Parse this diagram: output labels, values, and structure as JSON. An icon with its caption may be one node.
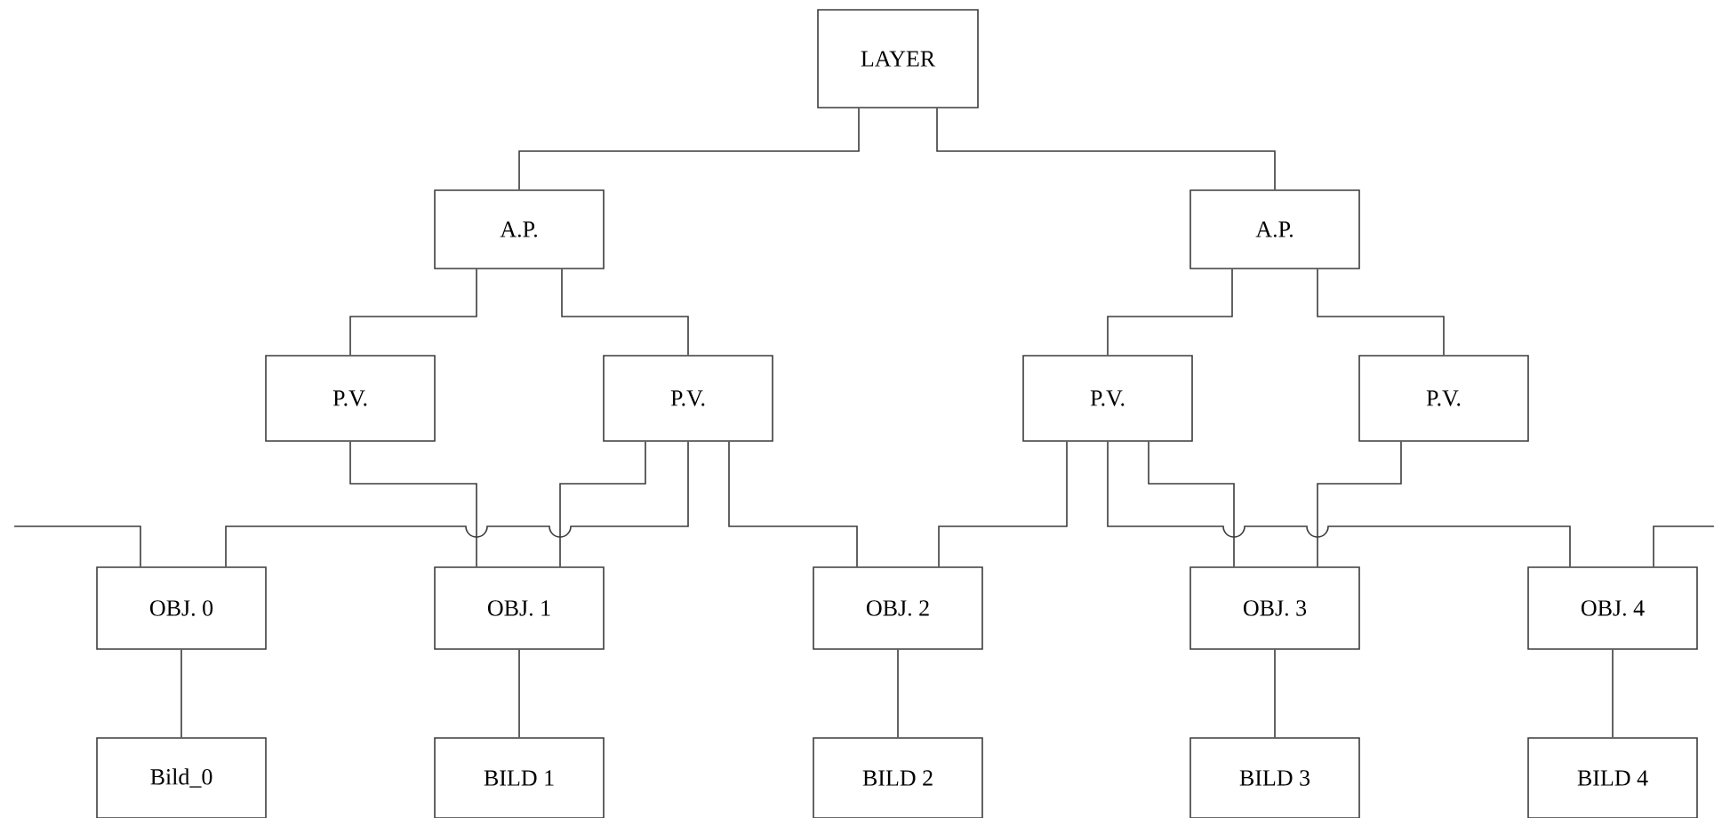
{
  "diagram": {
    "nodes": [
      {
        "text": [
          "LAYER"
        ]
      },
      {
        "text": [
          "A.P."
        ]
      },
      {
        "text": [
          "A.P."
        ]
      },
      {
        "text": [
          "P.V."
        ]
      },
      {
        "text": [
          "P.V."
        ]
      },
      {
        "text": [
          "P.V."
        ]
      },
      {
        "text": [
          "P.V."
        ]
      },
      {
        "text": [
          "OBJ. 0"
        ]
      },
      {
        "text": [
          "OBJ. 1"
        ]
      },
      {
        "text": [
          "OBJ. 2"
        ]
      },
      {
        "text": [
          "OBJ. 3"
        ]
      },
      {
        "text": [
          "OBJ. 4"
        ]
      },
      {
        "text": [
          "Bild_0"
        ]
      },
      {
        "text": [
          "BILD 1"
        ]
      },
      {
        "text": [
          "BILD 2"
        ]
      },
      {
        "text": [
          "BILD 3"
        ]
      },
      {
        "text": [
          "BILD 4"
        ]
      }
    ],
    "edges": [
      {
        "from": 0,
        "to": 1,
        "arrow": "none"
      },
      {
        "from": 0,
        "to": 2,
        "arrow": "none"
      },
      {
        "from": 1,
        "to": 3,
        "arrow": "none"
      },
      {
        "from": 1,
        "to": 4,
        "arrow": "none"
      },
      {
        "from": 2,
        "to": 5,
        "arrow": "none"
      },
      {
        "from": 2,
        "to": 6,
        "arrow": "none"
      },
      {
        "from": 3,
        "to": 8,
        "arrow": "none"
      },
      {
        "from": 4,
        "to": 7,
        "arrow": "none"
      },
      {
        "from": 4,
        "to": 8,
        "arrow": "none"
      },
      {
        "from": 4,
        "to": 9,
        "arrow": "none"
      },
      {
        "from": 5,
        "to": 9,
        "arrow": "none"
      },
      {
        "from": 5,
        "to": 10,
        "arrow": "none"
      },
      {
        "from": 5,
        "to": 11,
        "arrow": "none"
      },
      {
        "from": 6,
        "to": 10,
        "arrow": "none"
      },
      {
        "from": null,
        "to": 7,
        "arrow": "none"
      },
      {
        "from": 11,
        "to": null,
        "arrow": "none"
      },
      {
        "from": 7,
        "to": 12,
        "arrow": "none"
      },
      {
        "from": 8,
        "to": 13,
        "arrow": "none"
      },
      {
        "from": 9,
        "to": 14,
        "arrow": "none"
      },
      {
        "from": 10,
        "to": 15,
        "arrow": "none"
      },
      {
        "from": 11,
        "to": 16,
        "arrow": "none"
      }
    ]
  }
}
